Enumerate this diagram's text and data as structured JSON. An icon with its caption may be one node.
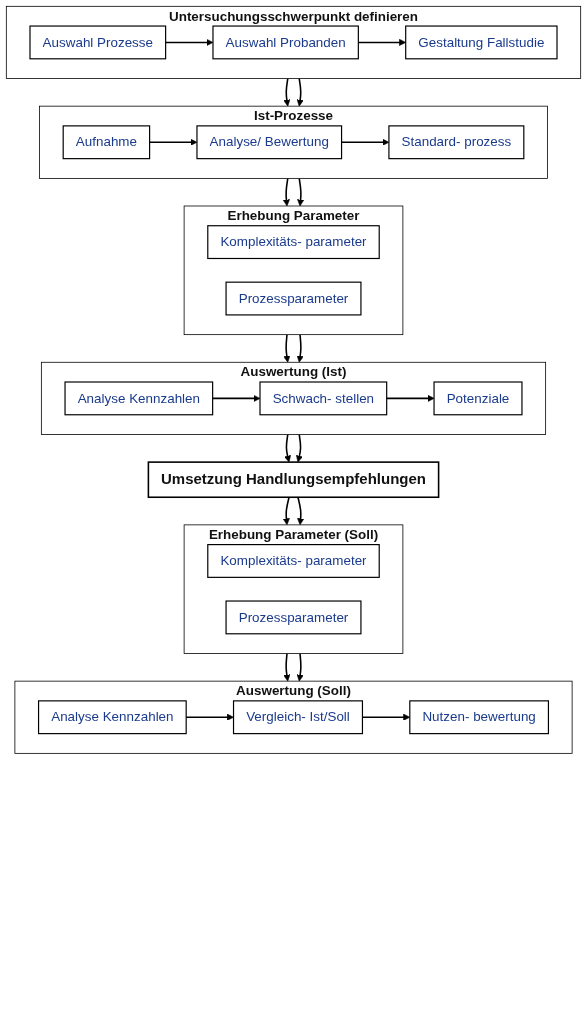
{
  "diagram": {
    "nodes": [
      {
        "text": [
          "Untersuchungsschwerpunkt definieren"
        ]
      },
      {
        "text": [
          "Auswahl Prozesse"
        ],
        "in": 0
      },
      {
        "text": [
          "Auswahl Probanden"
        ],
        "in": 0
      },
      {
        "text": [
          "Gestaltung Fallstudie"
        ],
        "in": 0
      },
      {
        "text": [
          "Ist-Prozesse"
        ]
      },
      {
        "text": [
          "Aufnahme"
        ],
        "in": 4
      },
      {
        "text": [
          "Analyse/ Bewertung"
        ],
        "in": 4
      },
      {
        "text": [
          "Standard- prozess"
        ],
        "in": 4
      },
      {
        "text": [
          "Erhebung Parameter"
        ]
      },
      {
        "text": [
          "Komplexitäts- parameter"
        ],
        "in": 8
      },
      {
        "text": [
          "Prozessparameter"
        ],
        "in": 8
      },
      {
        "text": [
          "Auswertung (Ist)"
        ]
      },
      {
        "text": [
          "Analyse Kennzahlen"
        ],
        "in": 11
      },
      {
        "text": [
          "Schwach- stellen"
        ],
        "in": 11
      },
      {
        "text": [
          "Potenziale"
        ],
        "in": 11
      },
      {
        "text": [
          "Umsetzung Handlungsempfehlungen"
        ]
      },
      {
        "text": [
          "Erhebung Parameter (Soll)"
        ]
      },
      {
        "text": [
          "Komplexitäts- parameter"
        ],
        "in": 16
      },
      {
        "text": [
          "Prozessparameter"
        ],
        "in": 16
      },
      {
        "text": [
          "Auswertung (Soll)"
        ]
      },
      {
        "text": [
          "Analyse Kennzahlen"
        ],
        "in": 19
      },
      {
        "text": [
          "Vergleich- Ist/Soll"
        ],
        "in": 19
      },
      {
        "text": [
          "Nutzen- bewertung"
        ],
        "in": 19
      }
    ],
    "edges": [
      {
        "from": 1,
        "to": 2,
        "arrow": "to"
      },
      {
        "from": 2,
        "to": 3,
        "arrow": "to"
      },
      {
        "from": 0,
        "to": 4,
        "arrow": "to"
      },
      {
        "from": 0,
        "to": 4,
        "arrow": "to"
      },
      {
        "from": 5,
        "to": 6,
        "arrow": "to"
      },
      {
        "from": 6,
        "to": 7,
        "arrow": "to"
      },
      {
        "from": 4,
        "to": 8,
        "arrow": "to"
      },
      {
        "from": 4,
        "to": 8,
        "arrow": "to"
      },
      {
        "from": 8,
        "to": 11,
        "arrow": "to"
      },
      {
        "from": 8,
        "to": 11,
        "arrow": "to"
      },
      {
        "from": 12,
        "to": 13,
        "arrow": "to"
      },
      {
        "from": 13,
        "to": 14,
        "arrow": "to"
      },
      {
        "from": 11,
        "to": 15,
        "arrow": "to"
      },
      {
        "from": 11,
        "to": 15,
        "arrow": "to"
      },
      {
        "from": 15,
        "to": 16,
        "arrow": "to"
      },
      {
        "from": 15,
        "to": 16,
        "arrow": "to"
      },
      {
        "from": 16,
        "to": 19,
        "arrow": "to"
      },
      {
        "from": 16,
        "to": 19,
        "arrow": "to"
      },
      {
        "from": 20,
        "to": 21,
        "arrow": "to"
      },
      {
        "from": 21,
        "to": 22,
        "arrow": "to"
      }
    ]
  }
}
